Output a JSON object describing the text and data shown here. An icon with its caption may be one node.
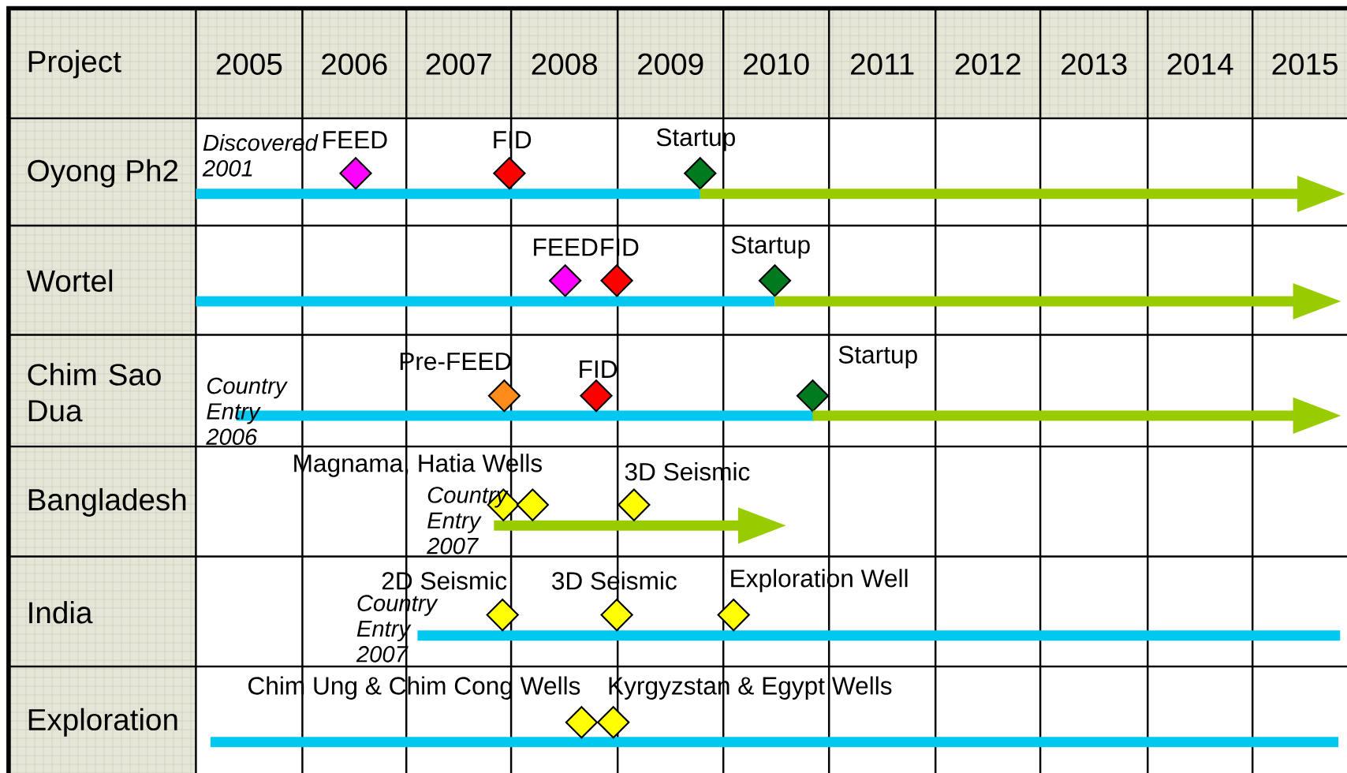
{
  "diagram": {
    "nodes": [
      {
        "text": [],
        "shape": "diamond",
        "beside": [
          "FEED"
        ]
      },
      {
        "text": [],
        "shape": "diamond",
        "beside": [
          "FID"
        ]
      },
      {
        "text": [],
        "shape": "diamond",
        "beside": [
          "Startup"
        ]
      },
      {
        "text": [],
        "shape": "diamond",
        "beside": [
          "FEED"
        ]
      },
      {
        "text": [],
        "shape": "diamond",
        "beside": [
          "FID"
        ]
      },
      {
        "text": [],
        "shape": "diamond",
        "beside": [
          "Startup"
        ]
      },
      {
        "text": [],
        "shape": "diamond",
        "beside": [
          "Pre-FEED"
        ]
      },
      {
        "text": [],
        "shape": "diamond",
        "beside": [
          "FID"
        ]
      },
      {
        "text": [],
        "shape": "diamond",
        "beside": [
          "Startup"
        ]
      },
      {
        "text": [],
        "shape": "diamond"
      },
      {
        "text": [],
        "shape": "diamond"
      },
      {
        "text": [],
        "shape": "diamond",
        "beside": [
          "3D Seismic"
        ]
      },
      {
        "text": [],
        "shape": "diamond",
        "beside": [
          "2D Seismic"
        ]
      },
      {
        "text": [],
        "shape": "diamond",
        "beside": [
          "3D Seismic"
        ]
      },
      {
        "text": [],
        "shape": "diamond",
        "beside": [
          "Exploration Well"
        ]
      },
      {
        "text": [],
        "shape": "diamond",
        "beside": [
          "Chim Ung & Chim Cong Wells"
        ]
      },
      {
        "text": [],
        "shape": "diamond",
        "beside": [
          "Kyrgyzstan & Egypt Wells"
        ]
      }
    ],
    "edges": [
      {
        "from": 2,
        "to": null,
        "arrow": "to"
      },
      {
        "from": 5,
        "to": null,
        "arrow": "to"
      },
      {
        "from": 8,
        "to": null,
        "arrow": "to"
      }
    ],
    "labels": [
      "Project",
      "2005",
      "2006",
      "2007",
      "2008",
      "2009",
      "2010",
      "2011",
      "2012",
      "2013",
      "2014",
      "2015",
      "Oyong Ph2",
      "Discovered 2001",
      "Wortel",
      "Chim Sao Dua",
      "Country Entry 2006",
      "Bangladesh",
      "Magnama, Hatia Wells",
      "Country Entry 2007",
      "India",
      "Country Entry 2007",
      "Exploration"
    ]
  }
}
